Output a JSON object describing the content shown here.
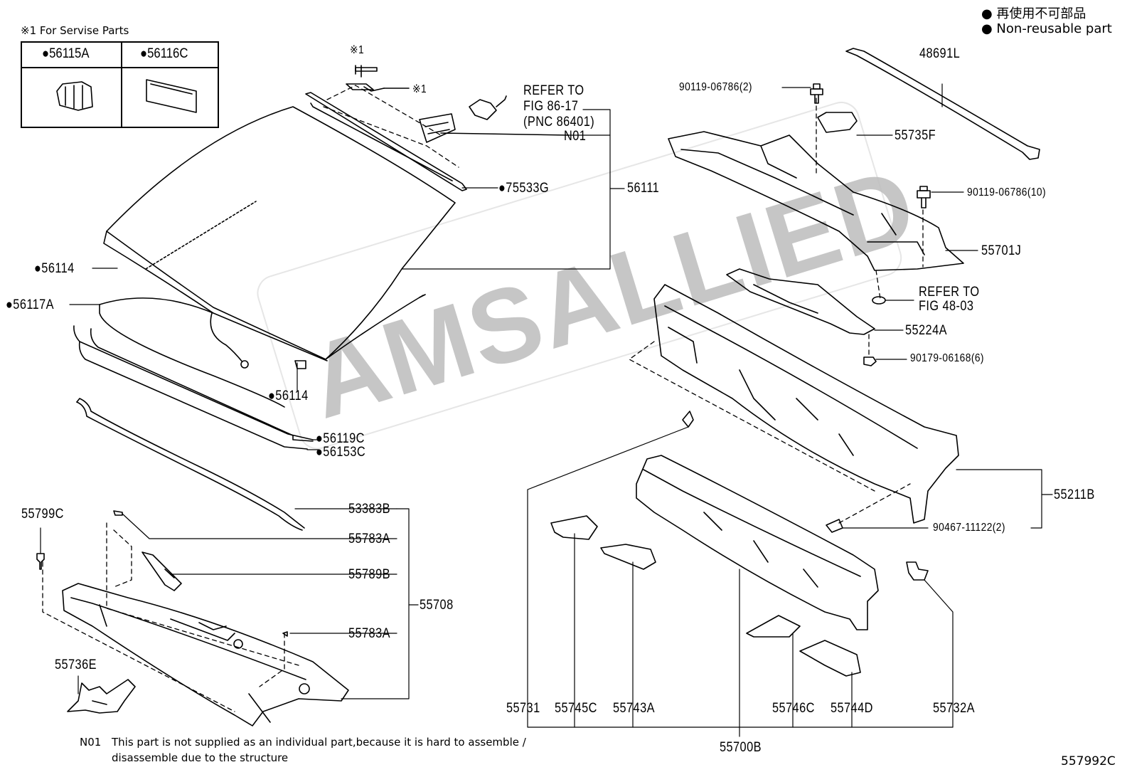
{
  "legend": {
    "jp_text": "● 再使用不可部品",
    "en_text": "● Non-reusable part"
  },
  "service_parts": {
    "title": "※1 For Servise Parts",
    "part_a": "●56115A",
    "part_b": "●56116C"
  },
  "callouts": {
    "star1_top": "※1",
    "star1_right": "※1",
    "refer_86_line1": "REFER TO",
    "refer_86_line2": "FIG 86-17",
    "refer_86_line3": "(PNC 86401)",
    "n01": "N01",
    "p75533g": "●75533G",
    "p56111": "56111",
    "p56114a": "●56114",
    "p56117a": "●56117A",
    "p56114b": "●56114",
    "p56119c": "●56119C",
    "p56153c": "●56153C",
    "p53383b": "53383B",
    "p55783a_top": "55783A",
    "p55789b": "55789B",
    "p55708": "55708",
    "p55783a_bot": "55783A",
    "p55799c": "55799C",
    "p55736e": "55736E",
    "p48691l": "48691L",
    "p90119_2": "90119-06786(2)",
    "p55735f": "55735F",
    "p90119_10": "90119-06786(10)",
    "p55701j": "55701J",
    "refer_48_line1": "REFER TO",
    "refer_48_line2": "FIG 48-03",
    "p55224a": "55224A",
    "p90179": "90179-06168(6)",
    "p55211b": "55211B",
    "p90467": "90467-11122(2)",
    "p55731": "55731",
    "p55745c": "55745C",
    "p55743a": "55743A",
    "p55746c": "55746C",
    "p55744d": "55744D",
    "p55732a": "55732A",
    "p55700b": "55700B"
  },
  "footnote": {
    "code": "N01",
    "line1": "This part is not supplied as an individual part,because it is hard to assemble /",
    "line2": "disassemble due to the structure"
  },
  "diagram_id": "557992C",
  "watermark": "AMSALLIED"
}
